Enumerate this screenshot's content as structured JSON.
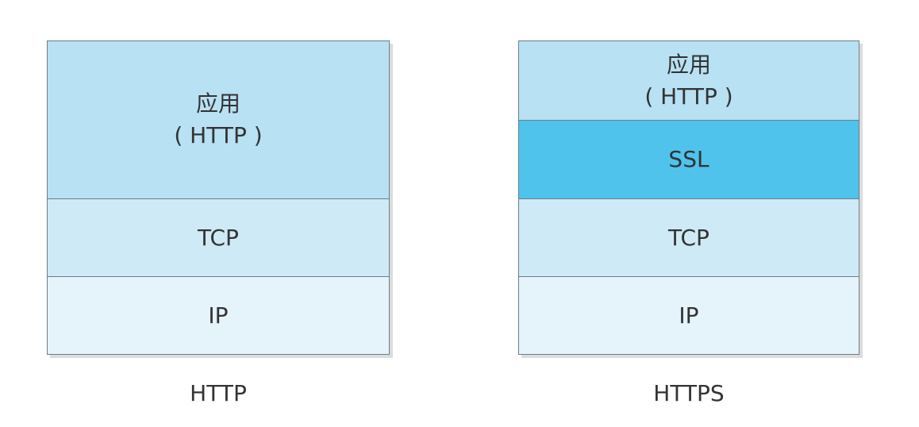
{
  "colors": {
    "app": "#b8e1f3",
    "ssl": "#4fc3ec",
    "tcp": "#cfeaf7",
    "ip": "#e5f3fb",
    "border": "#6f7d86"
  },
  "http": {
    "caption": "HTTP",
    "layers": {
      "app_line1": "应用",
      "app_line2": "( HTTP )",
      "tcp": "TCP",
      "ip": "IP"
    }
  },
  "https": {
    "caption": "HTTPS",
    "layers": {
      "app_line1": "应用",
      "app_line2": "( HTTP )",
      "ssl": "SSL",
      "tcp": "TCP",
      "ip": "IP"
    }
  }
}
